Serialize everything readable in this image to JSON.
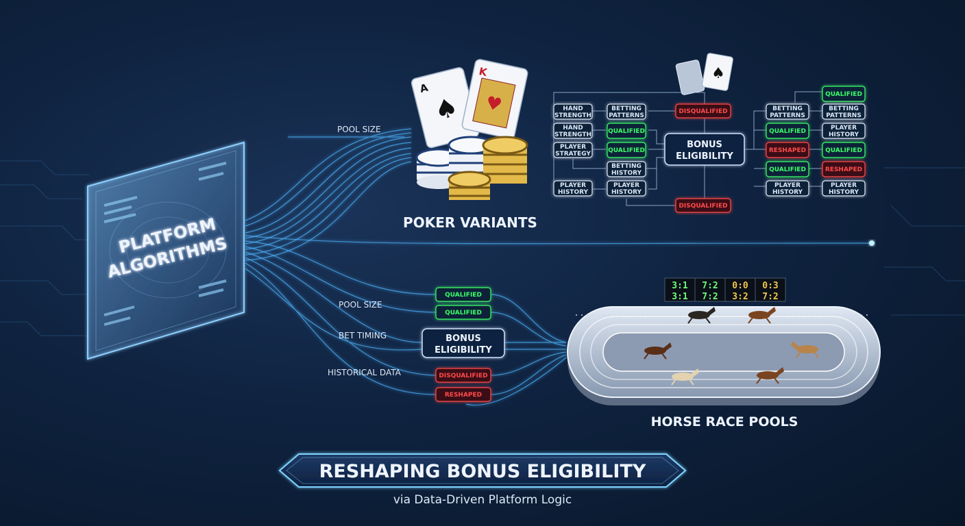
{
  "platform": {
    "line1": "PLATFORM",
    "line2": "ALGORITHMS"
  },
  "inputs": {
    "poker_pool_size": "POOL SIZE",
    "pool_size": "POOL SIZE",
    "bet_timing": "BET TIMING",
    "historical_data": "HISTORICAL DATA"
  },
  "poker": {
    "title": "POKER VARIANTS"
  },
  "horse": {
    "title": "HORSE RACE POOLS"
  },
  "top_node": {
    "line1": "BONUS",
    "line2": "ELIGIBILITY"
  },
  "lower_node": {
    "line1": "BONUS",
    "line2": "ELIGIBILITY"
  },
  "top_left_chips": [
    {
      "l1": "HAND",
      "l2": "STRENGTH",
      "status": "neutral"
    },
    {
      "l1": "BETTING",
      "l2": "PATTERNS",
      "status": "neutral"
    },
    {
      "l1": "HAND",
      "l2": "STRENGTH",
      "status": "neutral"
    },
    {
      "l1": "QUALIFIED",
      "l2": "",
      "status": "qualified"
    },
    {
      "l1": "PLAYER",
      "l2": "STRATEGY",
      "status": "neutral"
    },
    {
      "l1": "QUALIFIED",
      "l2": "",
      "status": "qualified"
    },
    {
      "l1": "BETTING",
      "l2": "HISTORY",
      "status": "neutral"
    },
    {
      "l1": "PLAYER",
      "l2": "HISTORY",
      "status": "neutral"
    },
    {
      "l1": "PLAYER",
      "l2": "HISTORY",
      "status": "neutral"
    }
  ],
  "top_center_chips": [
    {
      "l1": "DISQUALIFIED",
      "l2": "",
      "status": "disqualified"
    },
    {
      "l1": "DISQUALIFIED",
      "l2": "",
      "status": "disqualified"
    }
  ],
  "top_right_chips": [
    {
      "l1": "QUALIFIED",
      "l2": "",
      "status": "qualified"
    },
    {
      "l1": "BETTING",
      "l2": "PATTERNS",
      "status": "neutral"
    },
    {
      "l1": "BETTING",
      "l2": "PATTERNS",
      "status": "neutral"
    },
    {
      "l1": "QUALIFIED",
      "l2": "",
      "status": "qualified"
    },
    {
      "l1": "PLAYER",
      "l2": "HISTORY",
      "status": "neutral"
    },
    {
      "l1": "RESHAPED",
      "l2": "",
      "status": "disqualified"
    },
    {
      "l1": "QUALIFIED",
      "l2": "",
      "status": "qualified"
    },
    {
      "l1": "QUALIFIED",
      "l2": "",
      "status": "qualified"
    },
    {
      "l1": "RESHAPED",
      "l2": "",
      "status": "disqualified"
    },
    {
      "l1": "PLAYER",
      "l2": "HISTORY",
      "status": "neutral"
    },
    {
      "l1": "PLAYER",
      "l2": "HISTORY",
      "status": "neutral"
    }
  ],
  "lower_chips": [
    {
      "l1": "QUALIFIED",
      "status": "qualified"
    },
    {
      "l1": "QUALIFIED",
      "status": "qualified"
    },
    {
      "l1": "DISQUALIFIED",
      "status": "disqualified"
    },
    {
      "l1": "RESHAPED",
      "status": "disqualified"
    }
  ],
  "odds_board": {
    "row1": [
      "3:1",
      "7:2",
      "0:0",
      "0:3"
    ],
    "row2": [
      "3:1",
      "7:2",
      "3:2",
      "7:2"
    ]
  },
  "banner": {
    "title": "RESHAPING BONUS ELIGIBILITY",
    "subtitle": "via Data-Driven Platform Logic"
  },
  "colors": {
    "qualified": "#3dff6a",
    "disqualified": "#ff4b4b",
    "neutral": "#dbe7f7",
    "glow": "#5fd0ff"
  }
}
